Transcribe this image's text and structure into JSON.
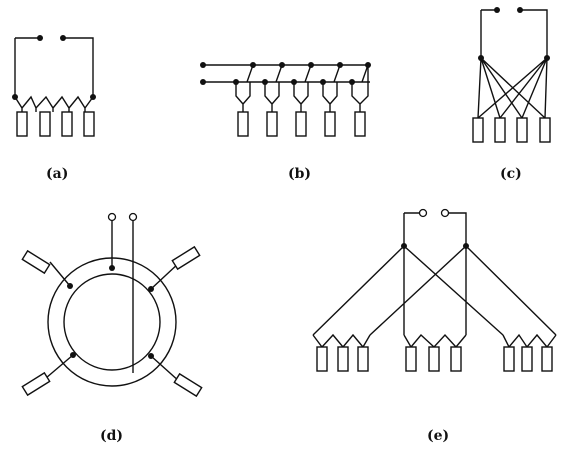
{
  "panels": {
    "a": {
      "label": "(a)"
    },
    "b": {
      "label": "(b)"
    },
    "c": {
      "label": "(c)"
    },
    "d": {
      "label": "(d)"
    },
    "e": {
      "label": "(e)"
    }
  },
  "colors": {
    "line": "#111111",
    "background": "#ffffff"
  }
}
